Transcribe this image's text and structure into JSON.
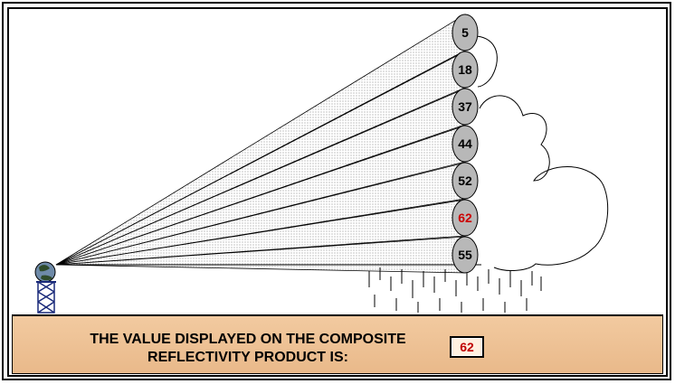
{
  "scene": {
    "reflectivity_values": [
      "5",
      "18",
      "37",
      "44",
      "52",
      "62",
      "55"
    ],
    "highlighted_value": "62",
    "highlight_color": "#cc0000",
    "bin_fill": "#b8b8b8"
  },
  "panel": {
    "line1": "THE VALUE DISPLAYED ON THE COMPOSITE",
    "line2": "REFLECTIVITY PRODUCT IS:",
    "answer": "62"
  }
}
